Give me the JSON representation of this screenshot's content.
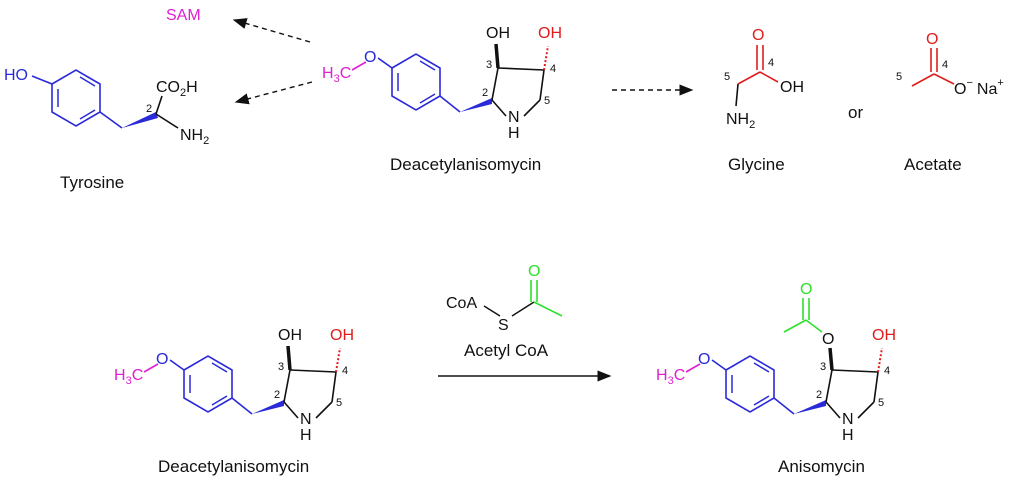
{
  "colors": {
    "aromatic": "#2a2ad8",
    "glycine_derived": "#e01d1d",
    "sam_methyl": "#e020d0",
    "acetyl": "#2ee02e",
    "bond": "#111111"
  },
  "compounds": {
    "sam": {
      "name": "SAM"
    },
    "tyrosine": {
      "name": "Tyrosine",
      "ho": "HO",
      "acid": "CO",
      "acid_sub": "2",
      "acid_h": "H",
      "amine": "NH",
      "amine_sub": "2",
      "pos": "2"
    },
    "deacetyl_top": {
      "name": "Deacetylanisomycin"
    },
    "deacetyl_bottom": {
      "name": "Deacetylanisomycin"
    },
    "glycine": {
      "name": "Glycine",
      "o": "O",
      "oh": "OH",
      "amine": "NH",
      "amine_sub": "2",
      "pos4": "4",
      "pos5": "5"
    },
    "acetate": {
      "name": "Acetate",
      "o": "O",
      "o_minus": "O",
      "minus": "−",
      "na": "Na",
      "plus": "+",
      "pos4": "4",
      "pos5": "5"
    },
    "acetyl_coa": {
      "name": "Acetyl CoA",
      "coa": "CoA",
      "s": "S",
      "o": "O"
    },
    "anisomycin": {
      "name": "Anisomycin",
      "o_ester": "O",
      "o_carbonyl": "O"
    }
  },
  "skeleton": {
    "methyl": "H",
    "methyl_sub": "3",
    "methyl_c": "C",
    "ether_o": "O",
    "oh3": "OH",
    "oh4": "OH",
    "nh": "N",
    "nh_h": "H",
    "pos2": "2",
    "pos3": "3",
    "pos4": "4",
    "pos5": "5"
  },
  "connector": "or"
}
